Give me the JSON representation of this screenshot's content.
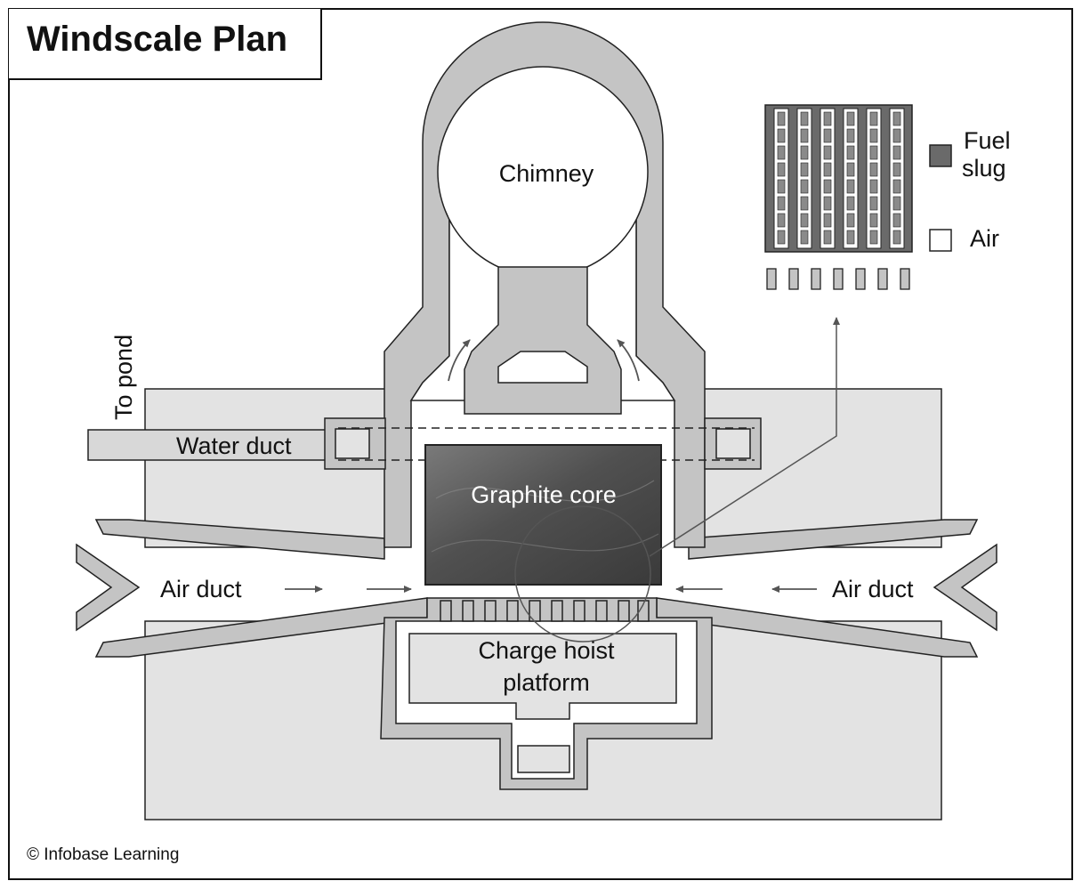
{
  "title": "Windscale Plan",
  "labels": {
    "chimney": "Chimney",
    "to_pond": "To pond",
    "water_duct": "Water duct",
    "graphite_core": "Graphite core",
    "air_duct_left": "Air duct",
    "air_duct_right": "Air duct",
    "charge_hoist_line1": "Charge hoist",
    "charge_hoist_line2": "platform"
  },
  "legend": {
    "fuel_slug_line1": "Fuel",
    "fuel_slug_line2": "slug",
    "air": "Air"
  },
  "copyright": "© Infobase Learning",
  "colors": {
    "wall": "#c4c4c4",
    "base": "#e3e3e3",
    "outline": "#222222",
    "core": "#5a5a5a",
    "slug": "#7a7a7a",
    "arrow": "#555555"
  }
}
